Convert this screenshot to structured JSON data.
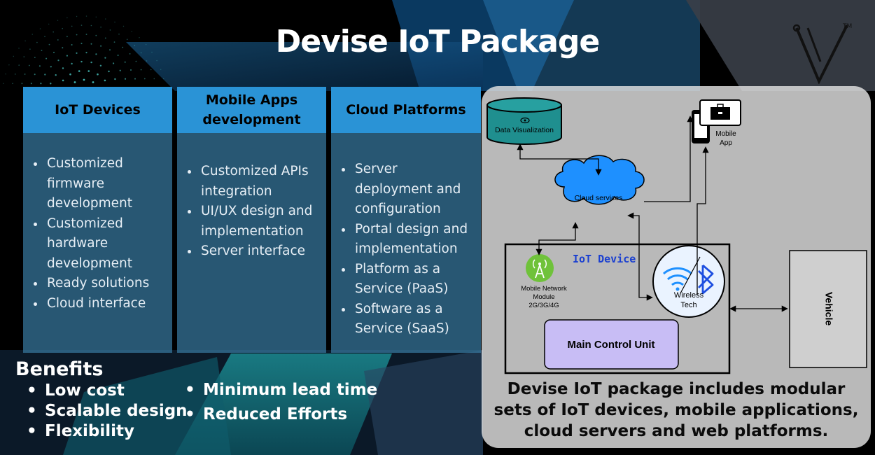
{
  "title": "Devise IoT Package",
  "columns": [
    {
      "heading": "IoT Devices",
      "items": [
        "Customized firmware development",
        "Customized hardware development",
        "Ready solutions",
        "Cloud interface"
      ]
    },
    {
      "heading": "Mobile Apps development",
      "items": [
        "Customized APIs integration",
        "UI/UX design and implementation",
        "Server interface"
      ]
    },
    {
      "heading": "Cloud Platforms",
      "items": [
        "Server deployment and configuration",
        "Portal design and implementation",
        "Platform as a Service (PaaS)",
        "Software as a Service (SaaS)"
      ]
    }
  ],
  "benefits": {
    "title": "Benefits",
    "left": [
      "Low cost",
      "Scalable design",
      "Flexibility"
    ],
    "right": [
      "Minimum lead time",
      "Reduced Efforts"
    ]
  },
  "diagram": {
    "data_visualization": "Data Visualization",
    "mobile_app_line1": "Mobile",
    "mobile_app_line2": "App",
    "cloud_services": "Cloud services",
    "iot_device": "IoT Device",
    "mobile_network_line1": "Mobile Network",
    "mobile_network_line2": "Module",
    "mobile_network_line3": "2G/3G/4G",
    "wireless_line1": "Wireless",
    "wireless_line2": "Tech",
    "main_control_unit": "Main Control Unit",
    "vehicle": "Vehicle"
  },
  "caption": "Devise IoT package includes modular sets of IoT devices, mobile applications, cloud servers and web platforms.",
  "colors": {
    "column_header": "#2a93d6",
    "column_body": "#38789f",
    "database": "#1f8f8f",
    "cloud": "#1e90ff",
    "iot_label": "#1a3fd0",
    "main_control_unit": "#c8bdf5",
    "network_module": "#6fc23a"
  }
}
